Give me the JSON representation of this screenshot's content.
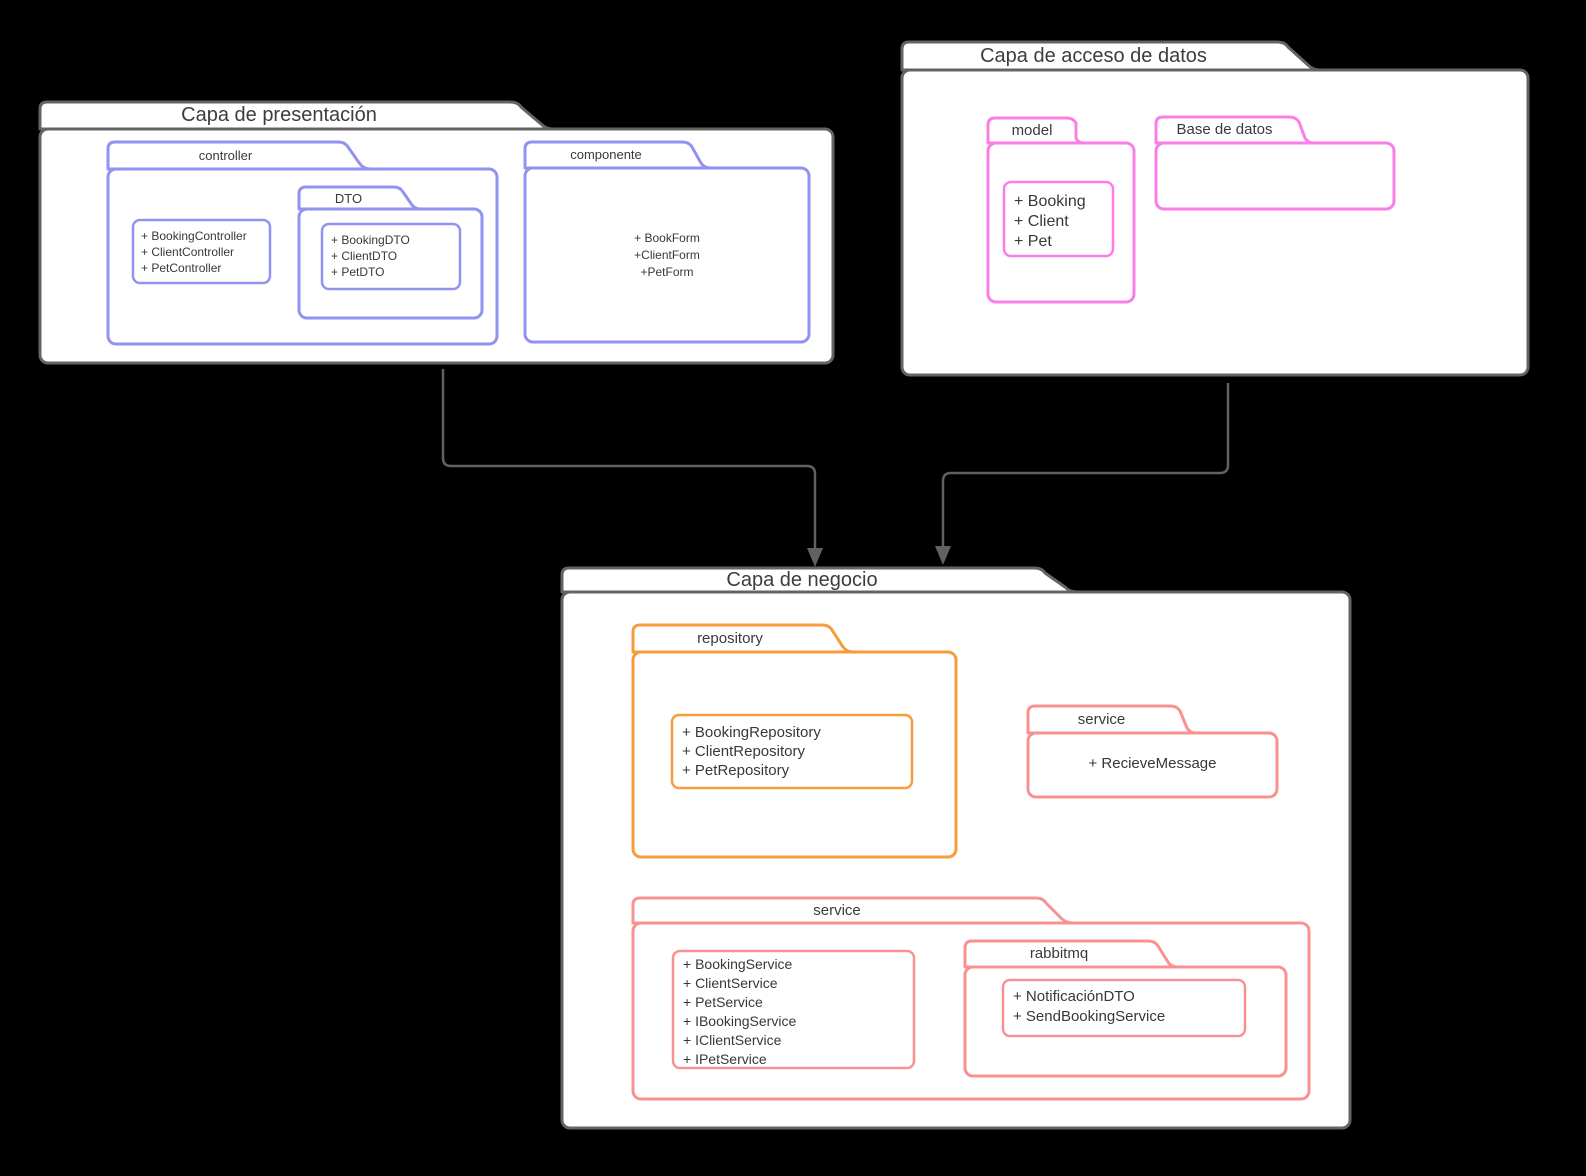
{
  "colors": {
    "background": "#000000",
    "frame_gray": "#646464",
    "purple": "#9292f0",
    "pink": "#fb7ee6",
    "orange": "#f89b3c",
    "salmon": "#fa9191",
    "connector": "#616161",
    "text": "#3a3a3a"
  },
  "presentacion": {
    "title": "Capa de presentación",
    "controller": {
      "label": "controller",
      "members": [
        "+ BookingController",
        "+ ClientController",
        "+ PetController"
      ],
      "dto": {
        "label": "DTO",
        "members": [
          "+ BookingDTO",
          "+ ClientDTO",
          "+ PetDTO"
        ]
      }
    },
    "componente": {
      "label": "componente",
      "members": [
        "+ BookForm",
        "+ClientForm",
        "+PetForm"
      ]
    }
  },
  "acceso": {
    "title": "Capa de acceso de datos",
    "model": {
      "label": "model",
      "members": [
        "+ Booking",
        "+ Client",
        "+ Pet"
      ]
    },
    "base_de_datos": {
      "label": "Base de datos"
    }
  },
  "negocio": {
    "title": "Capa de negocio",
    "repository": {
      "label": "repository",
      "members": [
        "+ BookingRepository",
        "+ ClientRepository",
        "+ PetRepository"
      ]
    },
    "service_receiver": {
      "label": "service",
      "members": [
        "+ RecieveMessage"
      ]
    },
    "service": {
      "label": "service",
      "members": [
        "+ BookingService",
        "+ ClientService",
        "+ PetService",
        "+ IBookingService",
        "+ IClientService",
        "+ IPetService"
      ],
      "rabbitmq": {
        "label": "rabbitmq",
        "members": [
          "+ NotificaciónDTO",
          "+ SendBookingService"
        ]
      }
    }
  }
}
